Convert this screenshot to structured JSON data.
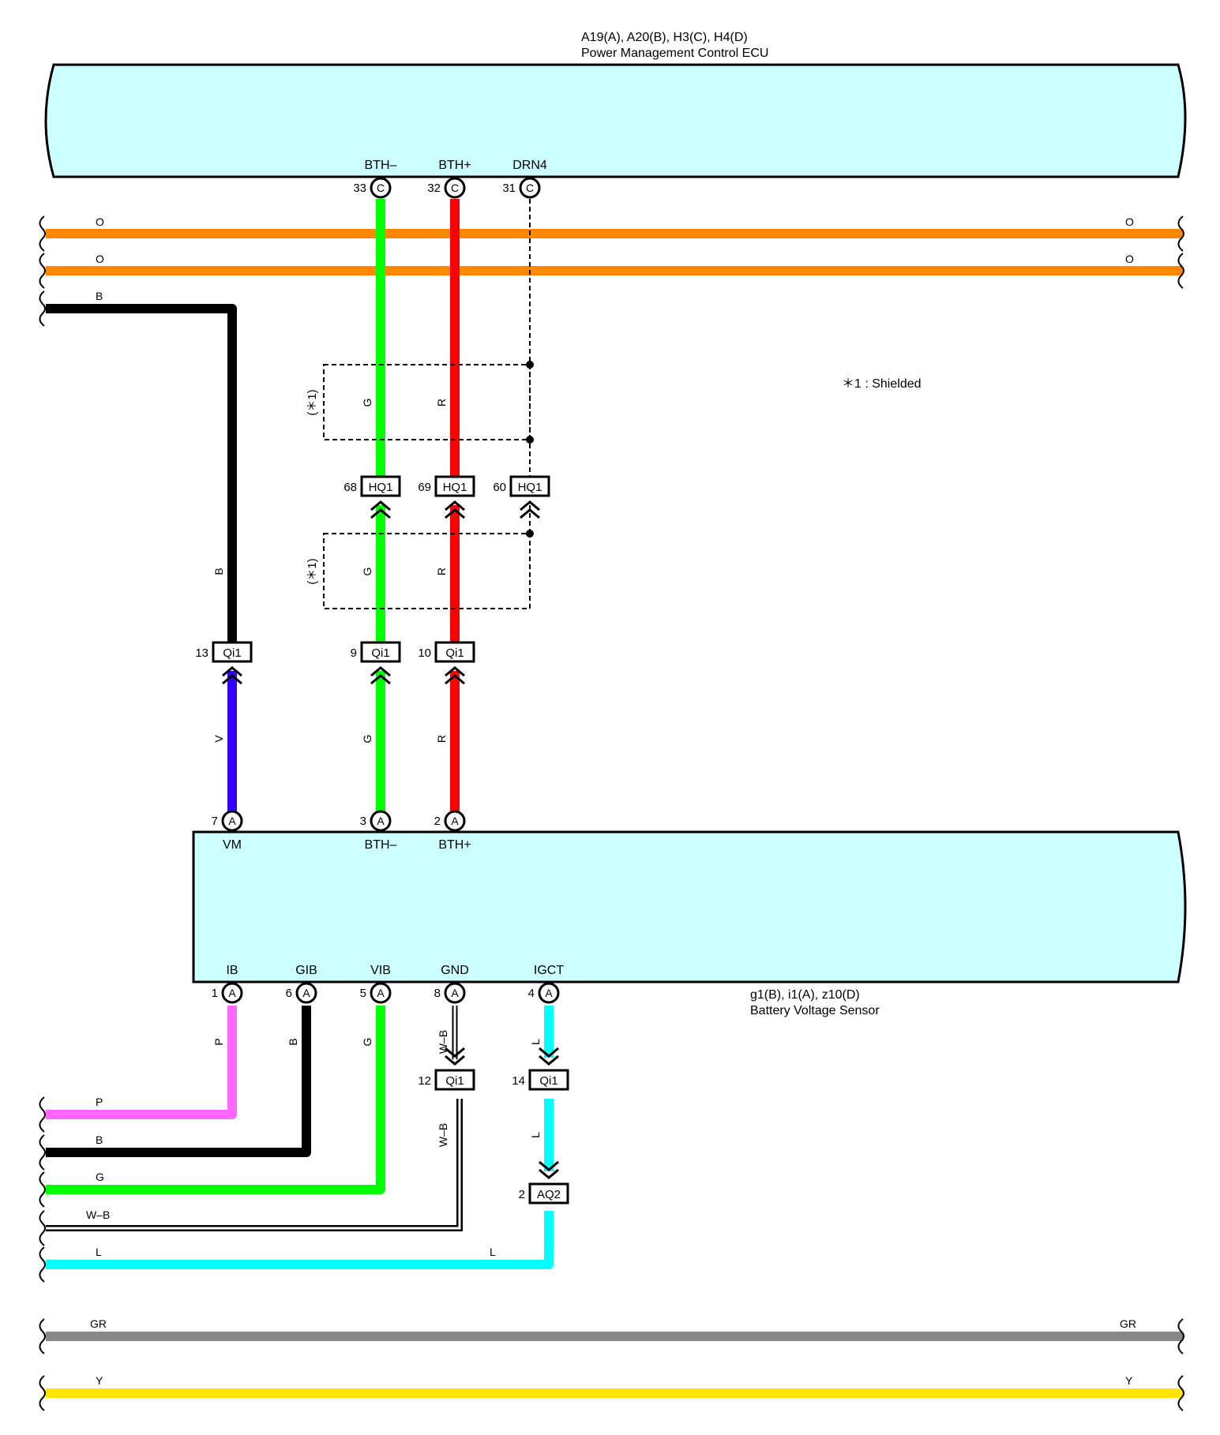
{
  "colors": {
    "body_fill": "#ccffff",
    "O": "#ff8800",
    "B": "#000000",
    "G": "#00ff00",
    "R": "#ff0000",
    "V": "#3300ff",
    "P": "#ff66ff",
    "L": "#00ffff",
    "GR": "#888888",
    "Y": "#ffe600"
  },
  "ecu": {
    "codes": "A19(A), A20(B), H3(C), H4(D)",
    "name": "Power Management Control ECU",
    "terminals": [
      {
        "label": "BTH–",
        "pin": "33",
        "conn": "C"
      },
      {
        "label": "BTH+",
        "pin": "32",
        "conn": "C"
      },
      {
        "label": "DRN4",
        "pin": "31",
        "conn": "C"
      }
    ]
  },
  "sensor": {
    "codes": "g1(B), i1(A), z10(D)",
    "name": "Battery Voltage Sensor",
    "top_terminals": [
      {
        "label": "VM",
        "pin": "7",
        "conn": "A"
      },
      {
        "label": "BTH–",
        "pin": "3",
        "conn": "A"
      },
      {
        "label": "BTH+",
        "pin": "2",
        "conn": "A"
      }
    ],
    "bottom_terminals": [
      {
        "label": "IB",
        "pin": "1",
        "conn": "A"
      },
      {
        "label": "GIB",
        "pin": "6",
        "conn": "A"
      },
      {
        "label": "VIB",
        "pin": "5",
        "conn": "A"
      },
      {
        "label": "GND",
        "pin": "8",
        "conn": "A"
      },
      {
        "label": "IGCT",
        "pin": "4",
        "conn": "A"
      }
    ]
  },
  "legend": {
    "shield_note": "＊1 : Shielded"
  },
  "shield_label": "(＊1)",
  "wire_labels": {
    "O": "O",
    "B": "B",
    "G": "G",
    "R": "R",
    "V": "V",
    "P": "P",
    "WB": "W–B",
    "L": "L",
    "GR": "GR",
    "Y": "Y"
  },
  "connectors": {
    "hq1": [
      {
        "pin": "68",
        "name": "HQ1"
      },
      {
        "pin": "69",
        "name": "HQ1"
      },
      {
        "pin": "60",
        "name": "HQ1"
      }
    ],
    "qi1_top": [
      {
        "pin": "13",
        "name": "Qi1"
      },
      {
        "pin": "9",
        "name": "Qi1"
      },
      {
        "pin": "10",
        "name": "Qi1"
      }
    ],
    "qi1_bottom": [
      {
        "pin": "12",
        "name": "Qi1"
      },
      {
        "pin": "14",
        "name": "Qi1"
      }
    ],
    "aq2": {
      "pin": "2",
      "name": "AQ2"
    }
  }
}
